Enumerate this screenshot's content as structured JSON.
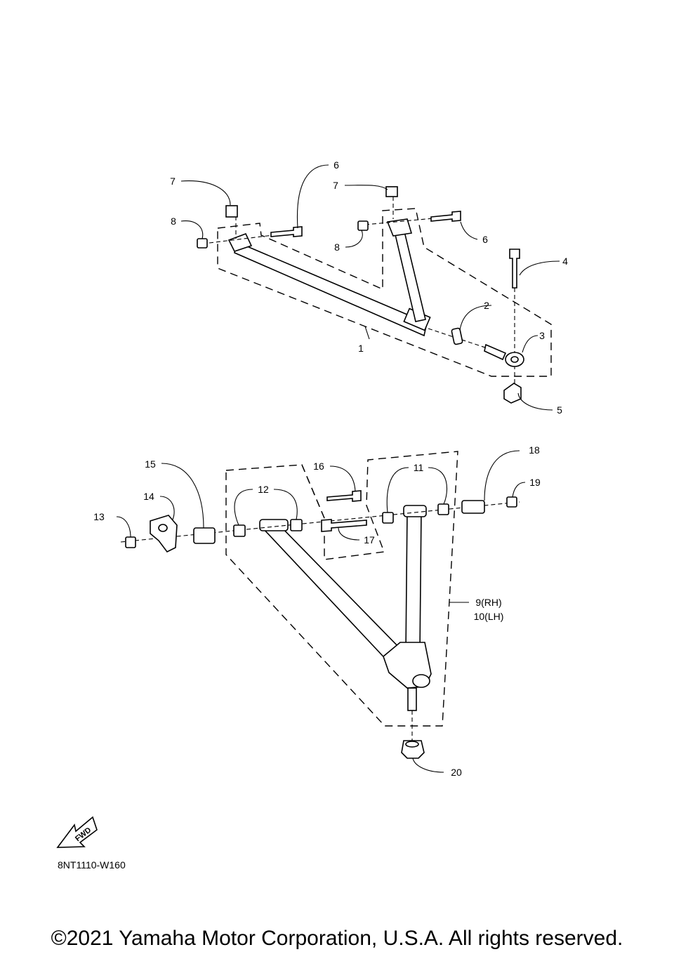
{
  "callouts": {
    "c1": "1",
    "c2": "2",
    "c3": "3",
    "c4": "4",
    "c5": "5",
    "c6a": "6",
    "c6b": "6",
    "c7a": "7",
    "c7b": "7",
    "c8a": "8",
    "c8b": "8",
    "c9": "9(RH)",
    "c10": "10(LH)",
    "c11": "11",
    "c12": "12",
    "c13": "13",
    "c14": "14",
    "c15": "15",
    "c16": "16",
    "c17": "17",
    "c18": "18",
    "c19": "19",
    "c20": "20"
  },
  "fwd_label": "FWD",
  "diagram_ref": "8NT1110-W160",
  "copyright": "©2021 Yamaha Motor Corporation, U.S.A. All rights reserved."
}
